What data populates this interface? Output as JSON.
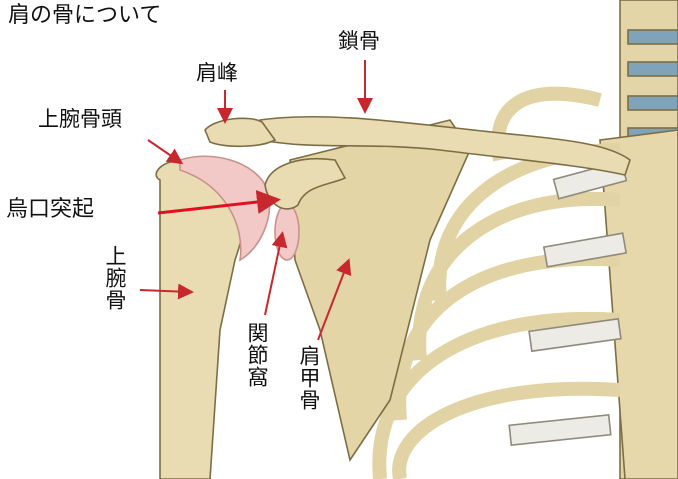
{
  "title": "肩の骨について",
  "labels": {
    "clavicle": "鎖骨",
    "acromion": "肩峰",
    "humeral_head": "上腕骨頭",
    "coracoid": "烏口突起",
    "humerus": "上腕骨",
    "glenoid": "関節窩",
    "scapula": "肩甲骨"
  },
  "colors": {
    "bone": "#e9dcb2",
    "outline": "#7d6d45",
    "cartilage": "#f2c9c6",
    "arrow": "#d4202a",
    "disc": "#7fa3b8"
  }
}
